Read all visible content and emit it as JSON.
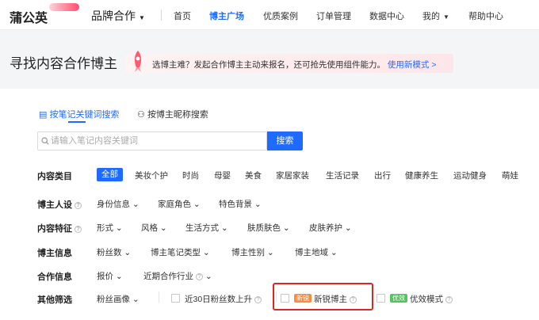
{
  "nav": {
    "brand": "蒲公英",
    "brand_menu": "品牌合作",
    "items": [
      "首页",
      "博主广场",
      "优质案例",
      "订单管理",
      "数据中心",
      "我的",
      "帮助中心"
    ]
  },
  "page": {
    "title": "寻找内容合作博主",
    "banner_text": "选博主难？发起合作博主主动来报名，还可抢先使用组件能力。",
    "banner_link": "使用新模式 >"
  },
  "tabs": {
    "keyword": "按笔记关键词搜索",
    "nickname": "按博主昵称搜索"
  },
  "search": {
    "placeholder": "请输入笔记内容关键词",
    "button": "搜索"
  },
  "filters": {
    "content_category": {
      "label": "内容类目",
      "selected": "全部",
      "options": [
        "美妆个护",
        "时尚",
        "母婴",
        "美食",
        "家居家装",
        "生活记录",
        "出行",
        "健康养生",
        "运动健身",
        "萌娃"
      ]
    },
    "persona": {
      "label": "博主人设",
      "options": [
        "身份信息",
        "家庭角色",
        "特色背景"
      ]
    },
    "content_feature": {
      "label": "内容特征",
      "options": [
        "形式",
        "风格",
        "生活方式",
        "肤质肤色",
        "皮肤养护"
      ]
    },
    "blogger_info": {
      "label": "博主信息",
      "options": [
        "粉丝数",
        "博主笔记类型",
        "博主性别",
        "博主地域"
      ]
    },
    "cooperation_info": {
      "label": "合作信息",
      "options": [
        "报价",
        "近期合作行业"
      ]
    },
    "other": {
      "label": "其他筛选",
      "fans_profile": "粉丝画像",
      "fans_rise": "近30日粉丝数上升",
      "new_tag": "新锐",
      "new_blogger": "新锐博主",
      "eff_tag": "优效",
      "eff_mode": "优效模式"
    }
  },
  "colors": {
    "accent": "#1f6bff",
    "highlight_frame": "#e0251b",
    "new_tag": "#ff8a3d",
    "eff_tag": "#54c45e"
  }
}
